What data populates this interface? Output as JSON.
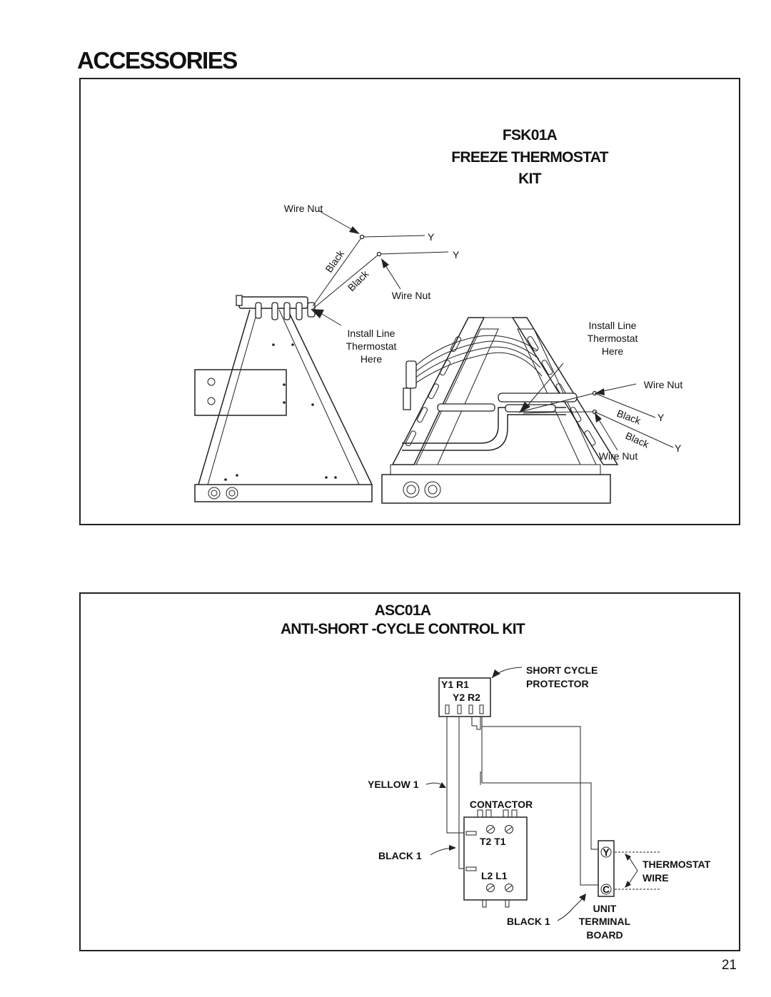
{
  "page": {
    "heading": "ACCESSORIES",
    "page_number": "21"
  },
  "freeze_kit": {
    "model": "FSK01A",
    "title_line1": "FREEZE THERMOSTAT",
    "title_line2": "KIT",
    "left_view": {
      "wire_nut_top": "Wire Nut",
      "wire_nut_mid": "Wire Nut",
      "wire_black_1": "Black",
      "wire_black_2": "Black",
      "lead_y_1": "Y",
      "lead_y_2": "Y",
      "install_line_1": "Install Line",
      "install_line_2": "Thermostat",
      "install_line_3": "Here"
    },
    "right_view": {
      "install_line_1": "Install Line",
      "install_line_2": "Thermostat",
      "install_line_3": "Here",
      "wire_nut_top": "Wire Nut",
      "wire_nut_bottom": "Wire Nut",
      "wire_black_1": "Black",
      "wire_black_2": "Black",
      "lead_y_1": "Y",
      "lead_y_2": "Y"
    }
  },
  "anti_short_cycle_kit": {
    "model": "ASC01A",
    "title": "ANTI-SHORT -CYCLE CONTROL KIT",
    "protector": {
      "terminals_row1": "Y1  R1",
      "terminals_row2": "Y2  R2",
      "label_line1": "SHORT CYCLE",
      "label_line2": "PROTECTOR"
    },
    "wires": {
      "yellow": "YELLOW 1",
      "black_left": "BLACK 1",
      "black_bottom": "BLACK 1"
    },
    "contactor": {
      "label": "CONTACTOR",
      "top_terminals": "T2   T1",
      "bottom_terminals": "L2  L1"
    },
    "terminal_board": {
      "terminal_y": "Y",
      "terminal_c": "C",
      "thermostat_line1": "THERMOSTAT",
      "thermostat_line2": "WIRE",
      "board_line1": "UNIT",
      "board_line2": "TERMINAL",
      "board_line3": "BOARD"
    }
  }
}
